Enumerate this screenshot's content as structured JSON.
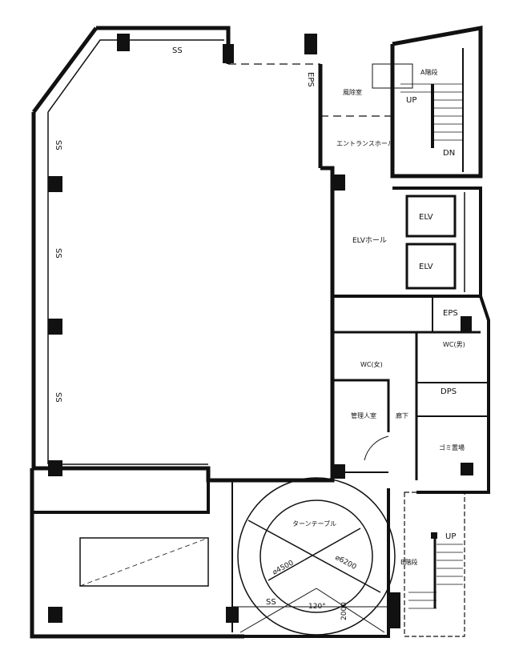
{
  "labels": {
    "ss_top": "SS",
    "ss_left1": "SS",
    "ss_left2": "SS",
    "ss_left3": "SS",
    "ss_turntable": "SS",
    "eps_top": "EPS",
    "windbreak": "風除室",
    "entrance_hall": "エントランスホール",
    "stair_a": "A階段",
    "up_a": "UP",
    "dn_a": "DN",
    "elv_hall": "ELVホール",
    "elv1": "ELV",
    "elv2": "ELV",
    "eps_mid": "EPS",
    "wc_women": "WC(女)",
    "wc_men": "WC(男)",
    "dps": "DPS",
    "manager_room": "管理人室",
    "corridor": "廊下",
    "garbage": "ゴミ置場",
    "turntable": "ターンテーブル",
    "dia_4500": "⌀4500",
    "dia_6200": "⌀6200",
    "angle": "120°",
    "dim_2000": "2000",
    "stair_b": "B階段",
    "up_b": "UP"
  }
}
